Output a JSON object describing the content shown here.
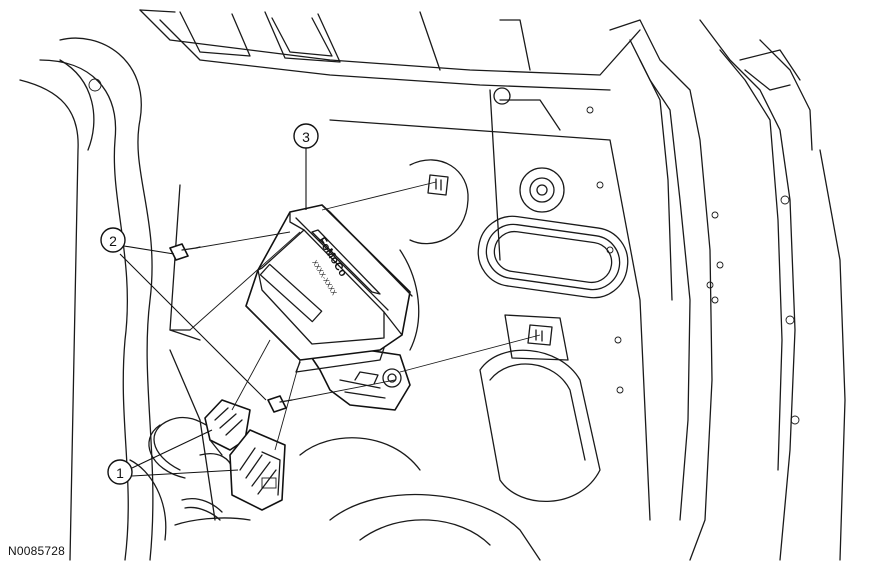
{
  "figure": {
    "id": "N0085728",
    "module_brand": "FoMoCo",
    "module_part_text": "XXXX-XXXX"
  },
  "callouts": [
    {
      "number": "1"
    },
    {
      "number": "2"
    },
    {
      "number": "3"
    }
  ]
}
